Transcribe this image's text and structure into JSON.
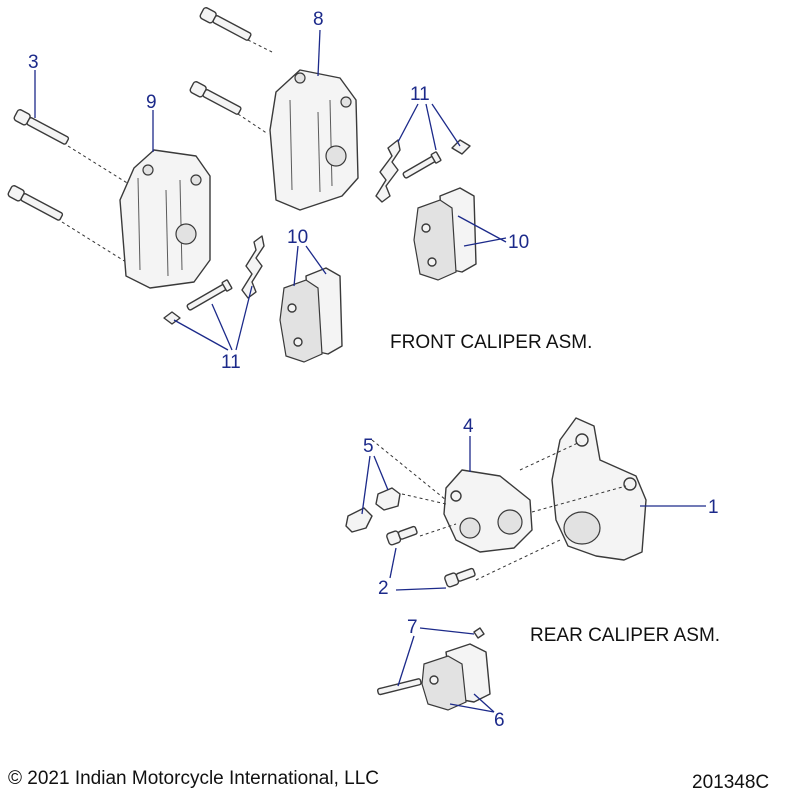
{
  "callouts": {
    "c1": "1",
    "c2": "2",
    "c3": "3",
    "c4": "4",
    "c5": "5",
    "c6": "6",
    "c7": "7",
    "c8": "8",
    "c9": "9",
    "c10a": "10",
    "c10b": "10",
    "c11a": "11",
    "c11b": "11"
  },
  "labels": {
    "front": "FRONT CALIPER ASM.",
    "rear": "REAR CALIPER ASM."
  },
  "footer": {
    "copyright": "© 2021 Indian Motorcycle International, LLC",
    "diagram_id": "201348C"
  },
  "colors": {
    "callout": "#1c2a8a",
    "line": "#3a3a3a"
  }
}
